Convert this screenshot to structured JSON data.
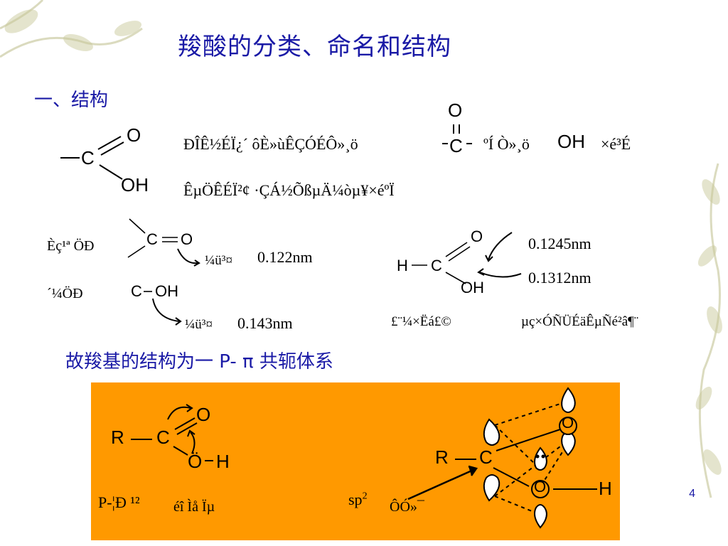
{
  "title": "羧酸的分类、命名和结构",
  "section_heading": "一、结构",
  "formula": {
    "left_carboxyl": {
      "c": "C",
      "o": "O",
      "oh": "OH"
    },
    "carbonyl_mid": {
      "o": "O",
      "c": "C",
      "oh": "OH"
    }
  },
  "garbled_text": {
    "line1a": "ÐÎÊ½ÉÏ¿´ ôÈ»ùÊÇÓÉÔ»¸ö",
    "line1b": "ºÍ Ò»¸ö",
    "line1c": "×é³É",
    "line2": "ÊµÖÊÉÏ²¢ ·ÇÁ½ÕßµÄ¼òµ¥×éºÏ",
    "left_label_top": "Èç¹ª ÖÐ",
    "left_label_bottom": "´¼ÖÐ",
    "bond_label_1": "¼ü³¤",
    "bond_label_2": "¼ü³¤",
    "formic_label": "£¨¼×Ëá£©",
    "electron_label": "µç×ÓÑÜÉäÊµÑé²â¶¨",
    "p_pi_label": "P-¦Ð ¹²",
    "e_label": "éî Ìå Ïµ",
    "sp2_label": "sp",
    "sp2_sup": "2",
    "hybrid_label": "ÔÓ»¯"
  },
  "bond_lengths": {
    "co_double": "0.122nm",
    "co_single": "0.143nm",
    "formic_double": "0.1245nm",
    "formic_single": "0.1312nm"
  },
  "atoms": {
    "c": "C",
    "o": "O",
    "oh": "OH",
    "h": "H",
    "r": "R",
    "o_dot": "Ö"
  },
  "conclusion": "故羧基的结构为一 P- π 共轭体系",
  "page_number": "4",
  "colors": {
    "title": "#1a1aa6",
    "orange_box": "#ff9900",
    "decor_leaf": "#c8c89a"
  }
}
